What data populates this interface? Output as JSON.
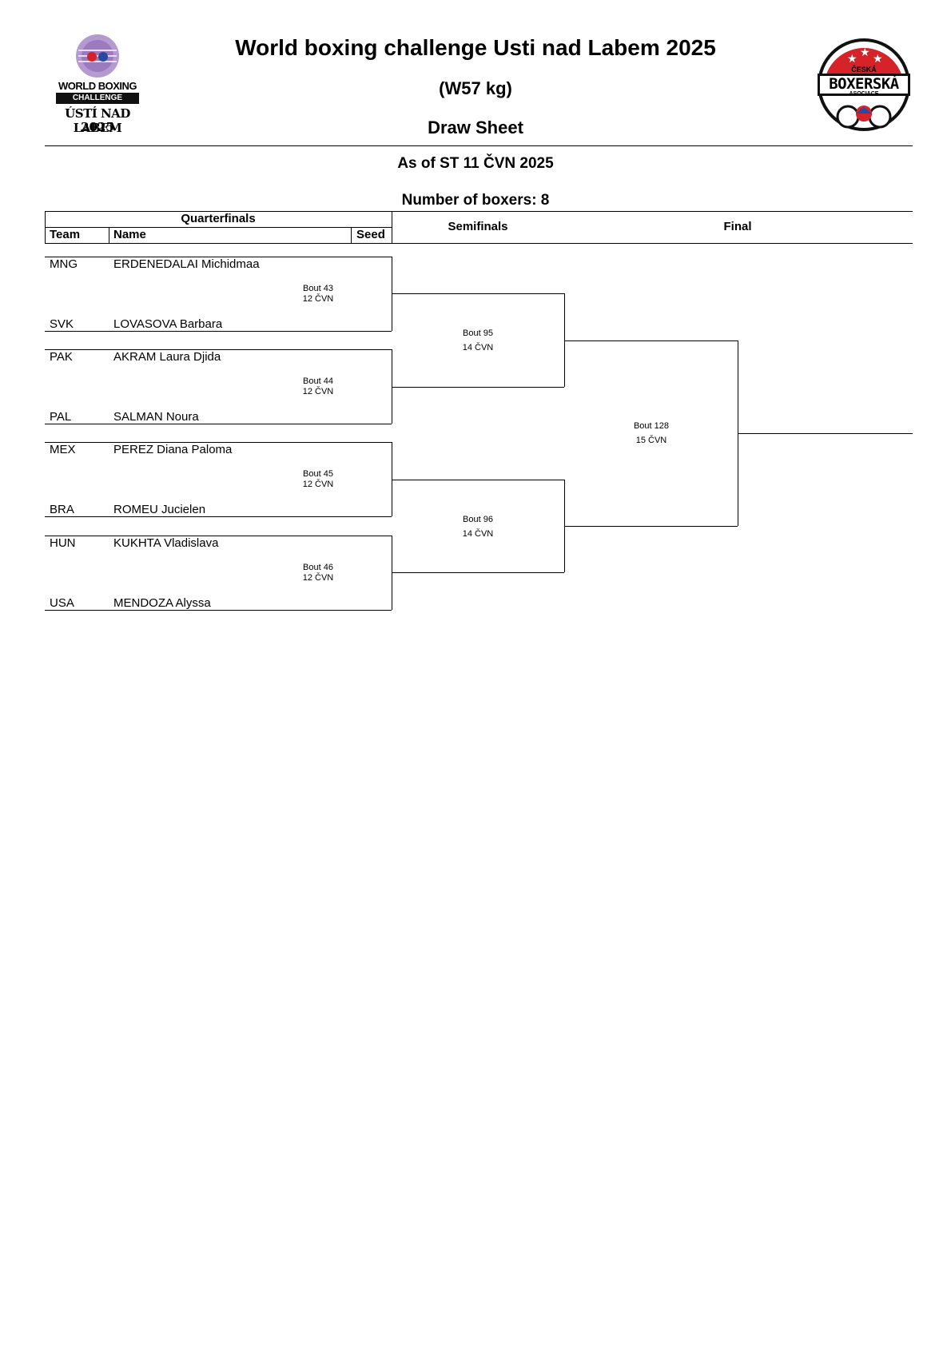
{
  "header": {
    "title": "World boxing challenge Usti nad Labem 2025",
    "category": "(W57 kg)",
    "subtitle": "Draw Sheet",
    "as_of": "As of ST 11 ČVN 2025",
    "count": "Number of boxers: 8"
  },
  "left_logo": {
    "line1": "WORLD BOXING",
    "line2": "CHALLENGE",
    "line3": "ÚSTÍ NAD LABEM",
    "line4": "2025",
    "ring_color": "#a07fc0"
  },
  "right_logo": {
    "line1": "ČESKÁ",
    "line2": "BOXERSKÁ",
    "line3": "ASOCIACE",
    "red": "#d6232a"
  },
  "columns": {
    "quarterfinals": "Quarterfinals",
    "team": "Team",
    "name": "Name",
    "seed": "Seed",
    "semifinals": "Semifinals",
    "final": "Final"
  },
  "boxers": [
    {
      "team": "MNG",
      "name": "ERDENEDALAI Michidmaa"
    },
    {
      "team": "SVK",
      "name": "LOVASOVA Barbara"
    },
    {
      "team": "PAK",
      "name": "AKRAM Laura Djida"
    },
    {
      "team": "PAL",
      "name": "SALMAN Noura"
    },
    {
      "team": "MEX",
      "name": "PEREZ Diana Paloma"
    },
    {
      "team": "BRA",
      "name": "ROMEU Jucielen"
    },
    {
      "team": "HUN",
      "name": "KUKHTA Vladislava"
    },
    {
      "team": "USA",
      "name": "MENDOZA Alyssa"
    }
  ],
  "quarter_bouts": [
    {
      "bout": "Bout 43",
      "date": "12 ČVN"
    },
    {
      "bout": "Bout 44",
      "date": "12 ČVN"
    },
    {
      "bout": "Bout 45",
      "date": "12 ČVN"
    },
    {
      "bout": "Bout 46",
      "date": "12 ČVN"
    }
  ],
  "semi_bouts": [
    {
      "bout": "Bout 95",
      "date": "14 ČVN"
    },
    {
      "bout": "Bout 96",
      "date": "14 ČVN"
    }
  ],
  "final_bout": {
    "bout": "Bout 128",
    "date": "15 ČVN"
  }
}
